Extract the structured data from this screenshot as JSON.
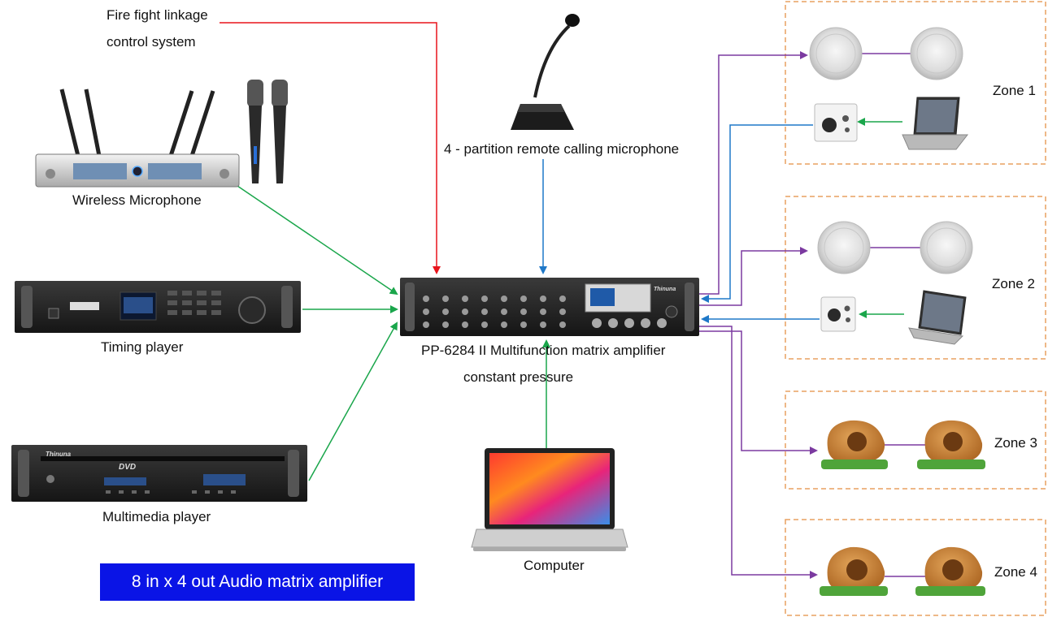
{
  "labels": {
    "fire_line1": "Fire fight linkage",
    "fire_line2": "control system",
    "remote_mic": "4 - partition remote calling microphone",
    "wireless_mic": "Wireless Microphone",
    "timing_player": "Timing player",
    "multimedia_player": "Multimedia player",
    "amplifier_line1": "PP-6284 II  Multifunction matrix amplifier",
    "amplifier_line2": "constant pressure",
    "computer": "Computer",
    "banner": "8 in x 4 out Audio matrix amplifier"
  },
  "zones": [
    {
      "label": "Zone 1"
    },
    {
      "label": "Zone 2"
    },
    {
      "label": "Zone 3"
    },
    {
      "label": "Zone 4"
    }
  ],
  "device_branding": {
    "brand": "Thinuna",
    "dvd": "DVD"
  },
  "colors": {
    "fire_line": "#e8141b",
    "input_line": "#1aa64b",
    "control_line": "#1f78c8",
    "output_line": "#7b3aa0",
    "zone_border": "#e8a060",
    "banner_bg": "#0a14e6"
  }
}
